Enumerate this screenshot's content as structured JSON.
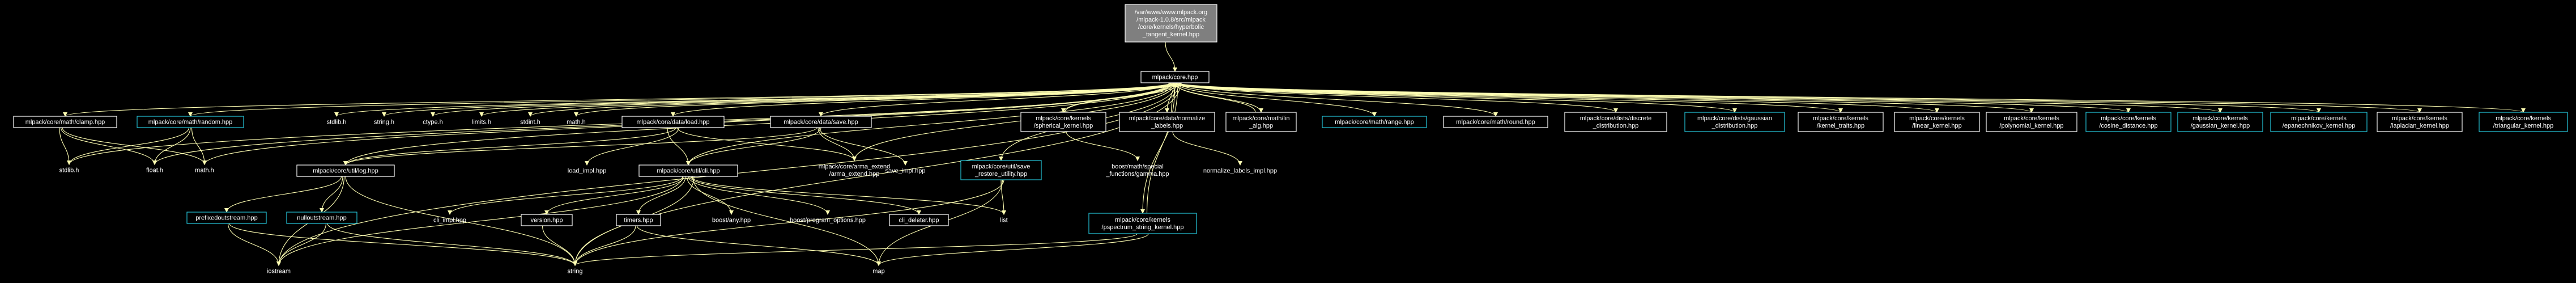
{
  "colors": {
    "background": "#000000",
    "edge": "#ffffb3",
    "node_border_default": "#ffffff",
    "node_border_linked": "#26c6da",
    "root_fill": "#7f7f7f",
    "node_fill": "#000000",
    "text": "#ffffff"
  },
  "nodes": [
    {
      "id": "root",
      "lines": [
        "/var/www/www.mlpack.org",
        "/mlpack-1.0.8/src/mlpack",
        "/core/kernels/hyperbolic",
        "_tangent_kernel.hpp"
      ],
      "style": "root"
    },
    {
      "id": "core",
      "lines": [
        "mlpack/core.hpp"
      ],
      "style": "default"
    },
    {
      "id": "clamp",
      "lines": [
        "mlpack/core/math/clamp.hpp"
      ],
      "style": "default"
    },
    {
      "id": "random",
      "lines": [
        "mlpack/core/math/random.hpp"
      ],
      "style": "linked"
    },
    {
      "id": "stdlib",
      "lines": [
        "stdlib.h"
      ],
      "style": "none"
    },
    {
      "id": "string_h",
      "lines": [
        "string.h"
      ],
      "style": "none"
    },
    {
      "id": "ctype",
      "lines": [
        "ctype.h"
      ],
      "style": "none"
    },
    {
      "id": "limits",
      "lines": [
        "limits.h"
      ],
      "style": "none"
    },
    {
      "id": "stdint",
      "lines": [
        "stdint.h"
      ],
      "style": "none"
    },
    {
      "id": "math_h",
      "lines": [
        "math.h"
      ],
      "style": "none"
    },
    {
      "id": "load",
      "lines": [
        "mlpack/core/data/load.hpp"
      ],
      "style": "default"
    },
    {
      "id": "save",
      "lines": [
        "mlpack/core/data/save.hpp"
      ],
      "style": "default"
    },
    {
      "id": "spherical",
      "lines": [
        "mlpack/core/kernels",
        "/spherical_kernel.hpp"
      ],
      "style": "default"
    },
    {
      "id": "normalize",
      "lines": [
        "mlpack/core/data/normalize",
        "_labels.hpp"
      ],
      "style": "default"
    },
    {
      "id": "lin_alg",
      "lines": [
        "mlpack/core/math/lin",
        "_alg.hpp"
      ],
      "style": "default"
    },
    {
      "id": "range",
      "lines": [
        "mlpack/core/math/range.hpp"
      ],
      "style": "linked"
    },
    {
      "id": "round",
      "lines": [
        "mlpack/core/math/round.hpp"
      ],
      "style": "default"
    },
    {
      "id": "discrete",
      "lines": [
        "mlpack/core/dists/discrete",
        "_distribution.hpp"
      ],
      "style": "default"
    },
    {
      "id": "gaussian_dist",
      "lines": [
        "mlpack/core/dists/gaussian",
        "_distribution.hpp"
      ],
      "style": "linked"
    },
    {
      "id": "kernel_traits",
      "lines": [
        "mlpack/core/kernels",
        "/kernel_traits.hpp"
      ],
      "style": "default"
    },
    {
      "id": "linear",
      "lines": [
        "mlpack/core/kernels",
        "/linear_kernel.hpp"
      ],
      "style": "default"
    },
    {
      "id": "polynomial",
      "lines": [
        "mlpack/core/kernels",
        "/polynomial_kernel.hpp"
      ],
      "style": "default"
    },
    {
      "id": "cosine",
      "lines": [
        "mlpack/core/kernels",
        "/cosine_distance.hpp"
      ],
      "style": "linked"
    },
    {
      "id": "gaussian_k",
      "lines": [
        "mlpack/core/kernels",
        "/gaussian_kernel.hpp"
      ],
      "style": "linked"
    },
    {
      "id": "epan",
      "lines": [
        "mlpack/core/kernels",
        "/epanechnikov_kernel.hpp"
      ],
      "style": "linked"
    },
    {
      "id": "laplacian",
      "lines": [
        "mlpack/core/kernels",
        "/laplacian_kernel.hpp"
      ],
      "style": "default"
    },
    {
      "id": "triangular",
      "lines": [
        "mlpack/core/kernels",
        "/triangular_kernel.hpp"
      ],
      "style": "linked"
    },
    {
      "id": "stdlib_h",
      "lines": [
        "stdlib.h"
      ],
      "style": "none"
    },
    {
      "id": "float_h",
      "lines": [
        "float.h"
      ],
      "style": "none"
    },
    {
      "id": "math_h2",
      "lines": [
        "math.h"
      ],
      "style": "none"
    },
    {
      "id": "log",
      "lines": [
        "mlpack/core/util/log.hpp"
      ],
      "style": "default"
    },
    {
      "id": "load_impl",
      "lines": [
        "load_impl.hpp"
      ],
      "style": "none"
    },
    {
      "id": "cli",
      "lines": [
        "mlpack/core/util/cli.hpp"
      ],
      "style": "default"
    },
    {
      "id": "arma_extend",
      "lines": [
        "mlpack/core/arma_extend",
        "/arma_extend.hpp"
      ],
      "style": "none"
    },
    {
      "id": "save_impl",
      "lines": [
        "save_impl.hpp"
      ],
      "style": "none"
    },
    {
      "id": "save_restore",
      "lines": [
        "mlpack/core/util/save",
        "_restore_utility.hpp"
      ],
      "style": "linked"
    },
    {
      "id": "gamma",
      "lines": [
        "boost/math/special",
        "_functions/gamma.hpp"
      ],
      "style": "none"
    },
    {
      "id": "normalize_impl",
      "lines": [
        "normalize_labels_impl.hpp"
      ],
      "style": "none"
    },
    {
      "id": "prefixed",
      "lines": [
        "prefixedoutstream.hpp"
      ],
      "style": "linked"
    },
    {
      "id": "nulloutstream",
      "lines": [
        "nulloutstream.hpp"
      ],
      "style": "linked"
    },
    {
      "id": "cli_impl",
      "lines": [
        "cli_impl.hpp"
      ],
      "style": "none"
    },
    {
      "id": "version",
      "lines": [
        "version.hpp"
      ],
      "style": "default"
    },
    {
      "id": "timers",
      "lines": [
        "timers.hpp"
      ],
      "style": "default"
    },
    {
      "id": "boost_any",
      "lines": [
        "boost/any.hpp"
      ],
      "style": "none"
    },
    {
      "id": "boost_po",
      "lines": [
        "boost/program_options.hpp"
      ],
      "style": "none"
    },
    {
      "id": "cli_deleter",
      "lines": [
        "cli_deleter.hpp"
      ],
      "style": "default"
    },
    {
      "id": "list",
      "lines": [
        "list"
      ],
      "style": "none"
    },
    {
      "id": "pspectrum",
      "lines": [
        "mlpack/core/kernels",
        "/pspectrum_string_kernel.hpp"
      ],
      "style": "linked"
    },
    {
      "id": "iostream",
      "lines": [
        "iostream"
      ],
      "style": "none"
    },
    {
      "id": "string",
      "lines": [
        "string"
      ],
      "style": "none"
    },
    {
      "id": "map",
      "lines": [
        "map"
      ],
      "style": "none"
    }
  ],
  "edges": [
    [
      "root",
      "core"
    ],
    [
      "core",
      "clamp"
    ],
    [
      "core",
      "random"
    ],
    [
      "core",
      "stdlib"
    ],
    [
      "core",
      "string_h"
    ],
    [
      "core",
      "ctype"
    ],
    [
      "core",
      "limits"
    ],
    [
      "core",
      "stdint"
    ],
    [
      "core",
      "math_h"
    ],
    [
      "core",
      "load"
    ],
    [
      "core",
      "save"
    ],
    [
      "core",
      "spherical"
    ],
    [
      "core",
      "normalize"
    ],
    [
      "core",
      "lin_alg"
    ],
    [
      "core",
      "range"
    ],
    [
      "core",
      "round"
    ],
    [
      "core",
      "discrete"
    ],
    [
      "core",
      "gaussian_dist"
    ],
    [
      "core",
      "kernel_traits"
    ],
    [
      "core",
      "linear"
    ],
    [
      "core",
      "polynomial"
    ],
    [
      "core",
      "cosine"
    ],
    [
      "core",
      "gaussian_k"
    ],
    [
      "core",
      "epan"
    ],
    [
      "core",
      "laplacian"
    ],
    [
      "core",
      "triangular"
    ],
    [
      "core",
      "stdlib_h"
    ],
    [
      "core",
      "float_h"
    ],
    [
      "core",
      "math_h2"
    ],
    [
      "core",
      "log"
    ],
    [
      "core",
      "cli"
    ],
    [
      "core",
      "arma_extend"
    ],
    [
      "core",
      "save_restore"
    ],
    [
      "core",
      "pspectrum"
    ],
    [
      "core",
      "iostream"
    ],
    [
      "core",
      "string"
    ],
    [
      "clamp",
      "stdlib_h"
    ],
    [
      "clamp",
      "float_h"
    ],
    [
      "clamp",
      "math_h2"
    ],
    [
      "random",
      "stdlib_h"
    ],
    [
      "random",
      "float_h"
    ],
    [
      "random",
      "math_h2"
    ],
    [
      "load",
      "log"
    ],
    [
      "load",
      "arma_extend"
    ],
    [
      "load",
      "load_impl"
    ],
    [
      "load",
      "cli"
    ],
    [
      "save",
      "log"
    ],
    [
      "save",
      "arma_extend"
    ],
    [
      "save",
      "save_impl"
    ],
    [
      "save",
      "cli"
    ],
    [
      "spherical",
      "core"
    ],
    [
      "spherical",
      "gamma"
    ],
    [
      "normalize",
      "core"
    ],
    [
      "normalize",
      "normalize_impl"
    ],
    [
      "lin_alg",
      "core"
    ],
    [
      "log",
      "prefixed"
    ],
    [
      "log",
      "nulloutstream"
    ],
    [
      "log",
      "iostream"
    ],
    [
      "log",
      "string"
    ],
    [
      "prefixed",
      "iostream"
    ],
    [
      "prefixed",
      "string"
    ],
    [
      "nulloutstream",
      "iostream"
    ],
    [
      "nulloutstream",
      "string"
    ],
    [
      "cli",
      "cli_impl"
    ],
    [
      "cli",
      "version"
    ],
    [
      "cli",
      "timers"
    ],
    [
      "cli",
      "boost_any"
    ],
    [
      "cli",
      "boost_po"
    ],
    [
      "cli",
      "cli_deleter"
    ],
    [
      "cli",
      "list"
    ],
    [
      "cli",
      "map"
    ],
    [
      "cli",
      "string"
    ],
    [
      "cli",
      "iostream"
    ],
    [
      "version",
      "string"
    ],
    [
      "timers",
      "string"
    ],
    [
      "timers",
      "map"
    ],
    [
      "save_restore",
      "list"
    ],
    [
      "save_restore",
      "map"
    ],
    [
      "save_restore",
      "string"
    ],
    [
      "pspectrum",
      "core"
    ],
    [
      "pspectrum",
      "map"
    ],
    [
      "pspectrum",
      "string"
    ]
  ]
}
